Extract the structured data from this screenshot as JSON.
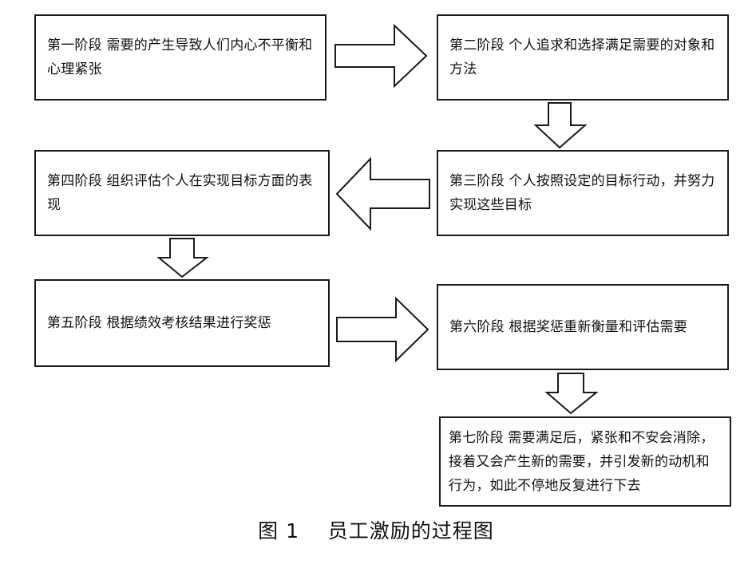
{
  "stages": [
    {
      "text": "第一阶段  需要的产生导致人们内心不平衡和心理紧张"
    },
    {
      "text": "第二阶段  个人追求和选择满足需要的对象和方法"
    },
    {
      "text": "第三阶段  个人按照设定的目标行动，并努力实现这些目标"
    },
    {
      "text": "第四阶段  组织评估个人在实现目标方面的表现"
    },
    {
      "text": "第五阶段   根据绩效考核结果进行奖惩"
    },
    {
      "text": "第六阶段  根据奖惩重新衡量和评估需要"
    },
    {
      "text": "第七阶段  需要满足后，紧张和不安会消除，接着又会产生新的需要，并引发新的动机和行为，如此不停地反复进行下去"
    }
  ],
  "caption": "图 1    员工激励的过程图"
}
